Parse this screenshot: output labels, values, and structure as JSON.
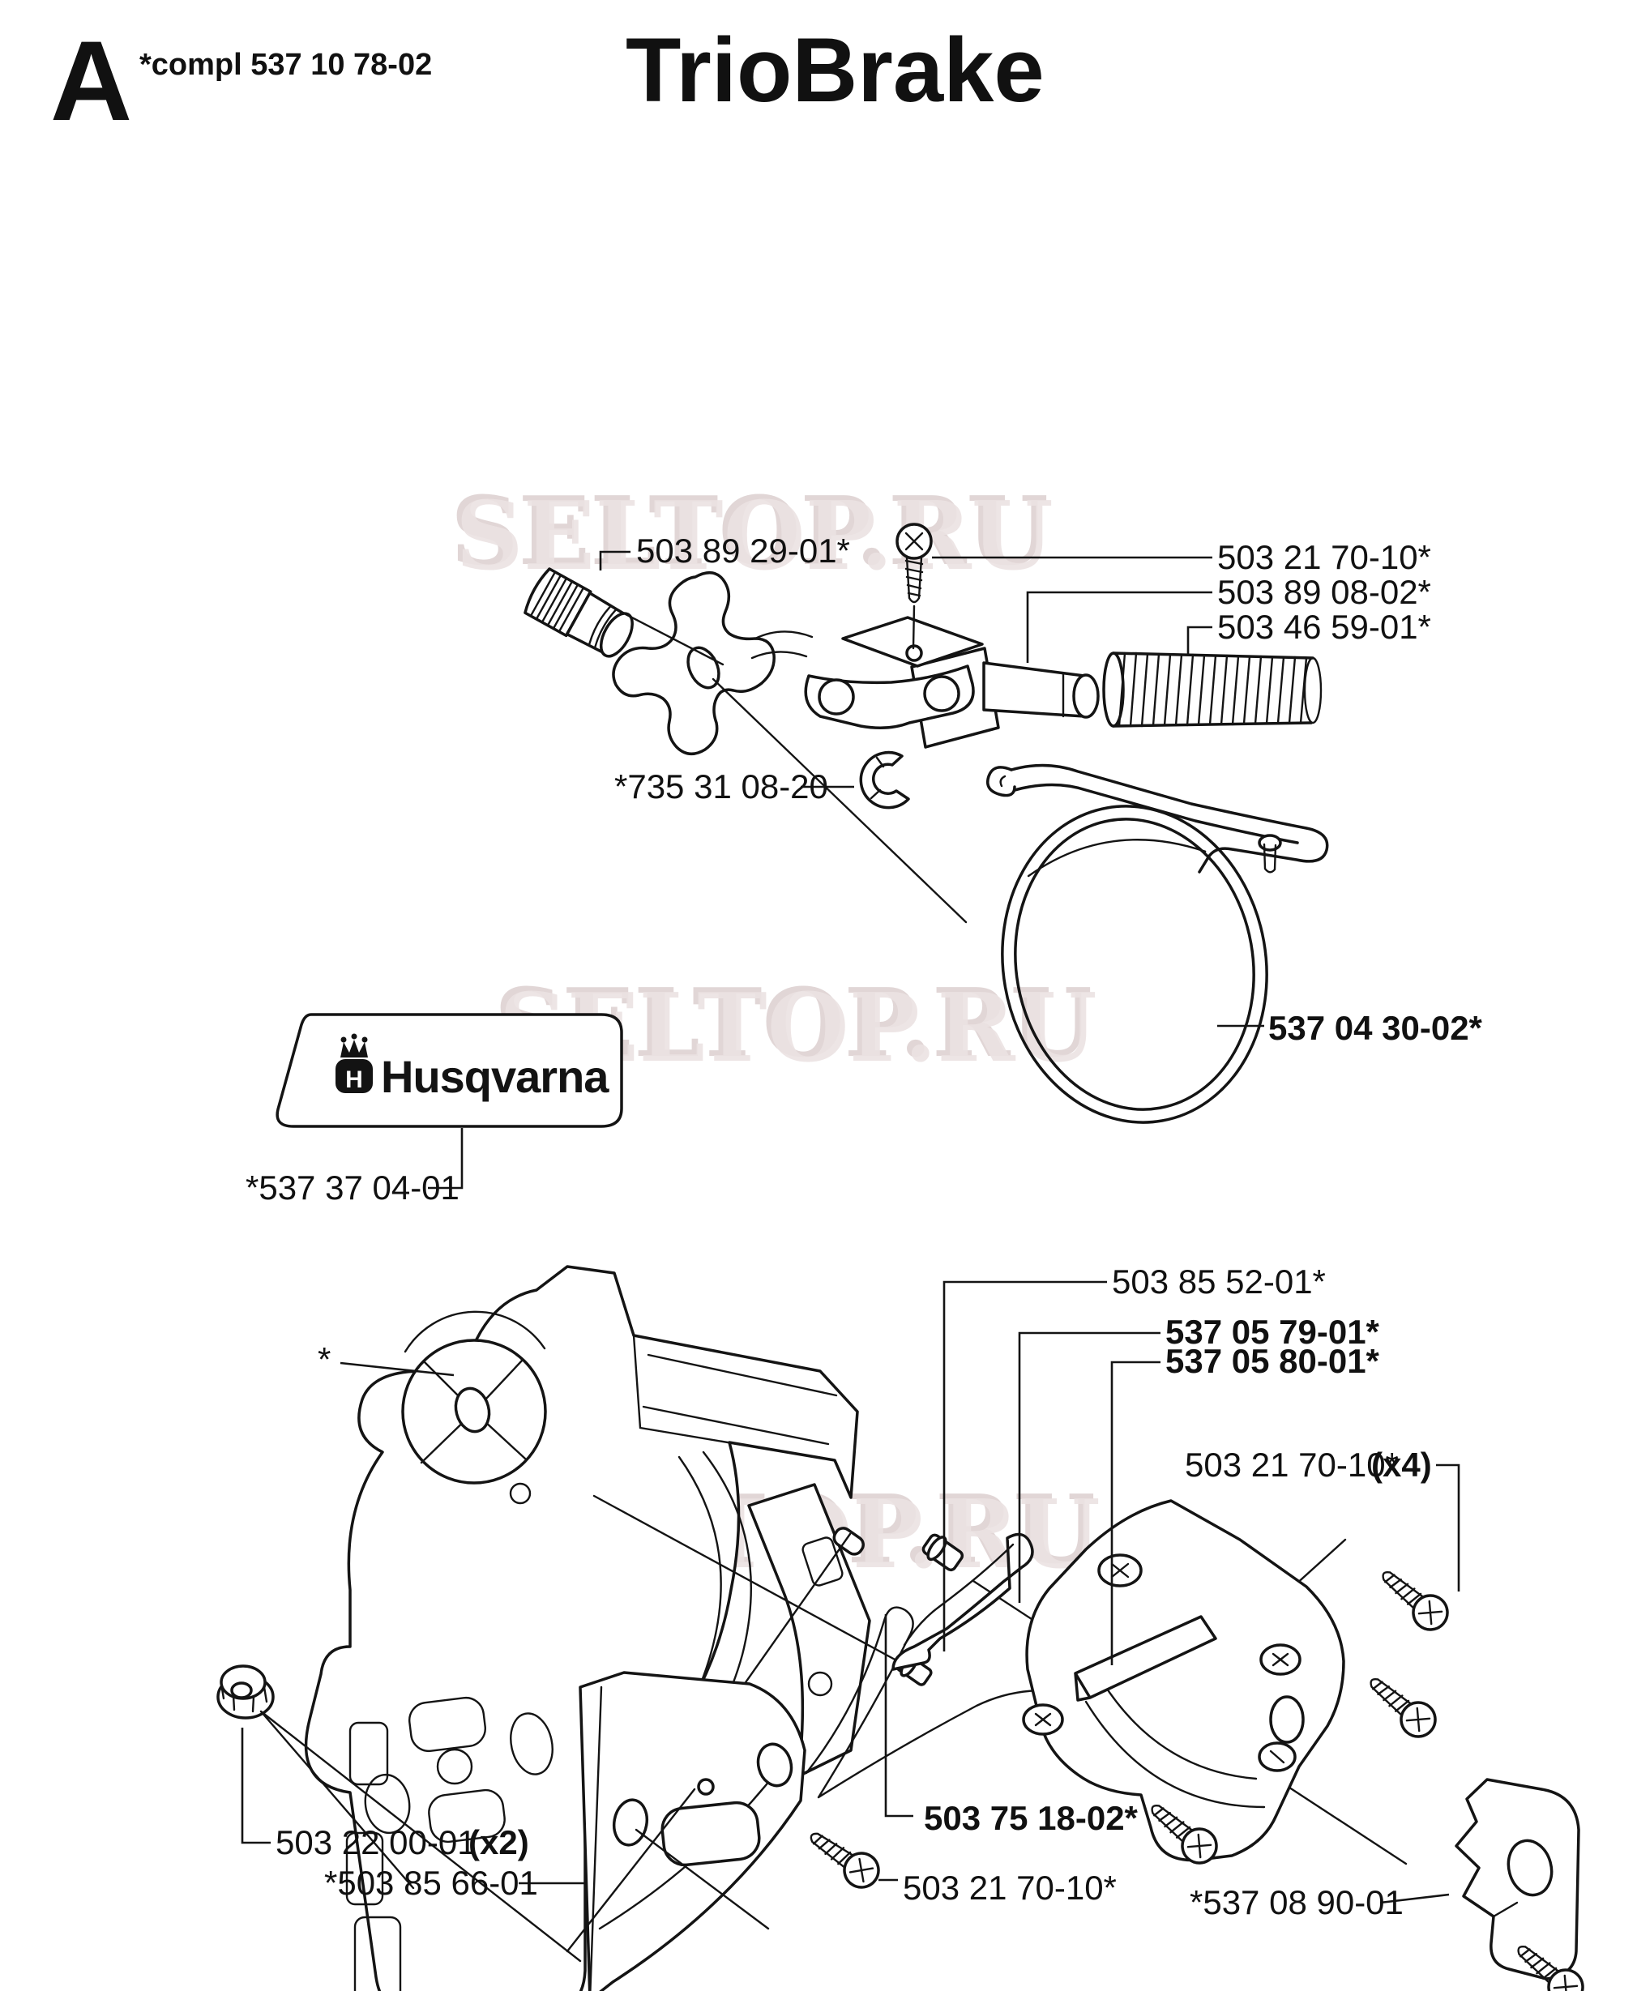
{
  "header": {
    "section_letter": "A",
    "assembly_note": "*compl 537 10 78-02",
    "title": "TrioBrake"
  },
  "watermark": {
    "text": "SELTOP.RU"
  },
  "decal": {
    "brand": "Husqvarna"
  },
  "part_labels": {
    "adjuster": {
      "code": "503 89 29-01*"
    },
    "screw_top": {
      "code": "503 21 70-10*"
    },
    "piston": {
      "code": "503 89 08-02*"
    },
    "spring": {
      "code": "503 46 59-01*"
    },
    "lock_ring": {
      "code": "*735 31 08-20"
    },
    "brake_band": {
      "code": "537 04 30-02*"
    },
    "decal_label": {
      "code": "*537 37 04-01"
    },
    "cover_mark": {
      "code": "*"
    },
    "pin": {
      "code": "503 85 52-01*"
    },
    "bumper_upper": {
      "code": "537 05 79-01*"
    },
    "bumper_lower": {
      "code": "537 05 80-01*"
    },
    "screws_x4": {
      "code": "503 21 70-10*",
      "qty": "(x4)"
    },
    "nut": {
      "code": "503 22 00-01",
      "qty": "(x2)"
    },
    "guide_plate": {
      "code": "*503 85 66-01"
    },
    "brake_spring": {
      "code": "503 75 18-02*"
    },
    "screw_bottom": {
      "code": "503 21 70-10*"
    },
    "spike": {
      "code": "*537 08 90-01"
    }
  }
}
